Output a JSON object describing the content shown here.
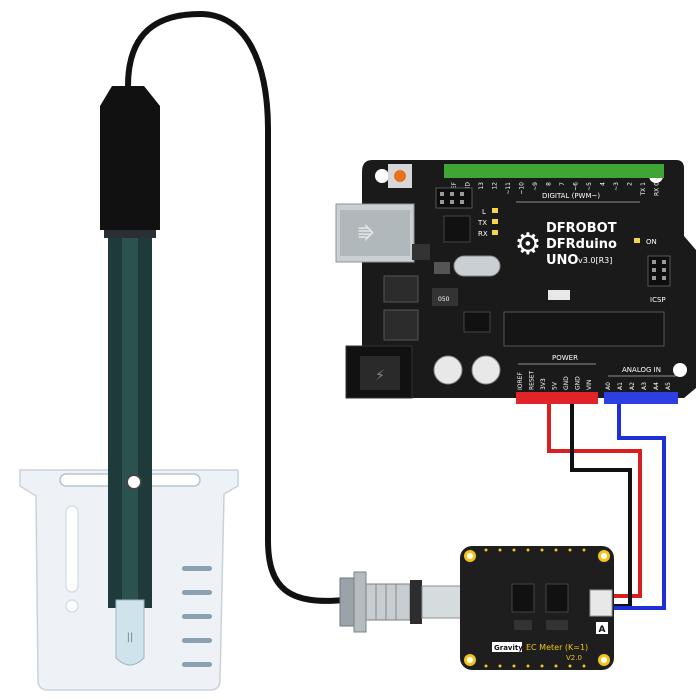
{
  "board": {
    "brand": "DFROBOT",
    "model": "DFRduino",
    "version_uno": "UNO",
    "version_rev": "v3.0[R3]",
    "digital_header": "DIGITAL (PWM~)",
    "power_header": "POWER",
    "analog_header": "ANALOG IN",
    "led_l": "L",
    "led_tx": "TX",
    "led_rx": "RX",
    "on_label": "ON",
    "icsp_label": "ICSP",
    "crystal_label": "050",
    "digital_pins": [
      "AREF",
      "GND",
      "13",
      "12",
      "~11",
      "~10",
      "~9",
      "8",
      "7",
      "~6",
      "~5",
      "4",
      "~3",
      "2",
      "TX 1",
      "RX 0"
    ],
    "power_pins": [
      "IOREF",
      "RESET",
      "3V3",
      "5V",
      "GND",
      "GND",
      "VIN"
    ],
    "analog_pins": [
      "A0",
      "A1",
      "A2",
      "A3",
      "A4",
      "A5"
    ]
  },
  "module": {
    "brand": "Gravity",
    "name": "EC Meter (K=1)",
    "version": "V2.0",
    "arrow": "A"
  },
  "probe": {
    "tip_marks": "||"
  },
  "colors": {
    "wire_black": "#111111",
    "wire_red": "#d81e1e",
    "wire_blue": "#1e2fd8",
    "board_bg": "#1a1a1a",
    "header_green": "#3fa535",
    "header_red": "#e0242a",
    "header_blue": "#2d3fe0"
  }
}
